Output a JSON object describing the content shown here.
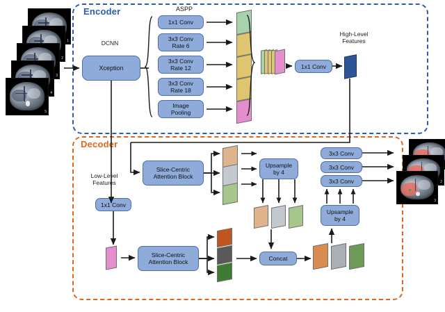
{
  "figure": {
    "type": "architecture-diagram",
    "title": "Slice-Centric Attention DeepLabV3+ segmentation network",
    "caption": ""
  },
  "regions": {
    "encoder": {
      "label": "Encoder",
      "color": "#2a5db0",
      "border_style": "dashed"
    },
    "decoder": {
      "label": "Decoder",
      "color": "#e0661b",
      "border_style": "dashed"
    }
  },
  "encoder": {
    "input_stack": {
      "name": "input-ct-slices",
      "count": 5,
      "slice_labels": [
        "1",
        "2",
        "3",
        "4",
        "5"
      ]
    },
    "dcnn_label": "DCNN",
    "backbone_box": "Xception",
    "aspp_label": "ASPP",
    "aspp_branches": [
      {
        "label": "1x1 Conv",
        "map_color": "#a7d3ab"
      },
      {
        "label": "3x3 Conv\nRate 6",
        "map_color": "#e0c571"
      },
      {
        "label": "3x3 Conv\nRate 12",
        "map_color": "#e0c571"
      },
      {
        "label": "3x3 Conv\nRate 18",
        "map_color": "#e0c571"
      },
      {
        "label": "Image\nPooling",
        "map_color": "#e48ece"
      }
    ],
    "aspp_branch_lines": [
      [
        "1x1 Conv"
      ],
      [
        "3x3 Conv",
        "Rate 6"
      ],
      [
        "3x3 Conv",
        "Rate 12"
      ],
      [
        "3x3 Conv",
        "Rate 18"
      ],
      [
        "Image",
        "Pooling"
      ]
    ],
    "concat_stack_colors": [
      "#a7d3ab",
      "#e0c571",
      "#e0c571",
      "#e0c571",
      "#e48ece"
    ],
    "projection_conv": "1x1 Conv",
    "high_level_label_lines": [
      "High-Level",
      "Features"
    ],
    "high_level_map_color": "#2e5496"
  },
  "decoder": {
    "low_level_label_lines": [
      "Low-Level",
      "Features"
    ],
    "low_level_conv": "1x1 Conv",
    "low_level_map_color": "#e48ece",
    "attention_block_top": {
      "lines": [
        "Slice-Centric",
        "Attention Block"
      ]
    },
    "attention_block_bottom": {
      "lines": [
        "Slice-Centric",
        "Attention Block"
      ]
    },
    "top_branch_maps": [
      "#dfb48c",
      "#c3c9cf",
      "#a7c68c"
    ],
    "upsample_top": {
      "lines": [
        "Upsample",
        "by 4"
      ]
    },
    "upsampled_maps": [
      "#dfb48c",
      "#c3c9cf",
      "#a7c68c"
    ],
    "bottom_branch_maps": [
      "#c0561d",
      "#595a58",
      "#3f7b34"
    ],
    "concat_box": "Concat",
    "concat_out_maps": [
      "#d98b50",
      "#a9b0b6",
      "#6e9a58"
    ],
    "upsample_bottom": {
      "lines": [
        "Upsample",
        "by 4"
      ]
    },
    "final_convs": [
      "3x3 Conv",
      "3x3 Conv",
      "3x3 Conv"
    ],
    "output_stack": {
      "name": "output-segmented-slices",
      "count": 3
    }
  },
  "colors": {
    "process_box_fill": "#8eabda",
    "process_box_border": "#4f6da8",
    "encoder_border": "#2a5db0",
    "decoder_border": "#e0661b",
    "arrow": "#1a1a1a"
  }
}
